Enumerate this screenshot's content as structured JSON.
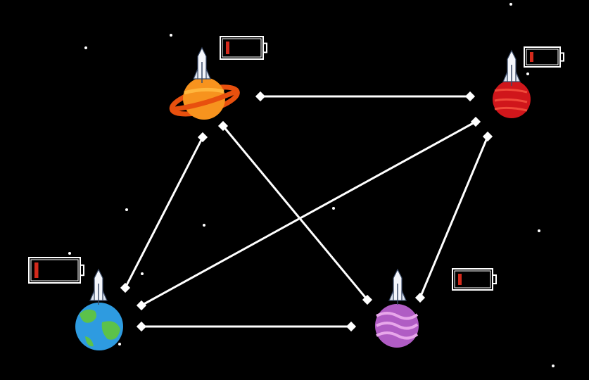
{
  "scene": {
    "background": "#000000",
    "route_color": "#ffffff",
    "planets": [
      {
        "id": "saturn",
        "kind": "ringed-planet",
        "colors": [
          "#f7931e",
          "#ffb63d",
          "#e8500e"
        ],
        "battery_level": 0.1
      },
      {
        "id": "mars",
        "kind": "red-planet",
        "colors": [
          "#d0161b",
          "#f04a3a"
        ],
        "battery_level": 0.1
      },
      {
        "id": "earth",
        "kind": "earth",
        "colors": [
          "#2e9be0",
          "#5cc24a"
        ],
        "battery_level": 0.1
      },
      {
        "id": "purple",
        "kind": "purple-planet",
        "colors": [
          "#b05cc4",
          "#e7a6ea"
        ],
        "battery_level": 0.1
      }
    ],
    "routes": [
      [
        "saturn",
        "mars"
      ],
      [
        "saturn",
        "earth"
      ],
      [
        "saturn",
        "purple"
      ],
      [
        "mars",
        "earth"
      ],
      [
        "mars",
        "purple"
      ],
      [
        "earth",
        "purple"
      ]
    ],
    "battery_fill_color": "#d42a1c",
    "icons": [
      "rocket-icon",
      "battery-icon"
    ]
  }
}
